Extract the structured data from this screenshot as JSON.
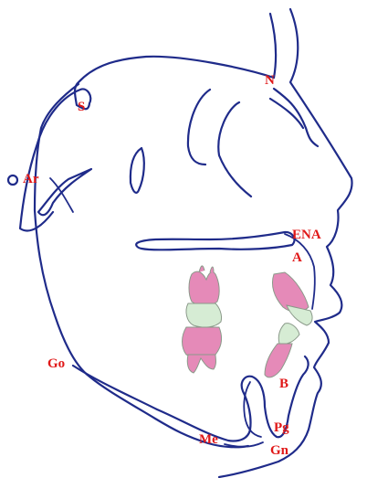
{
  "figure": {
    "landmarks": {
      "N": "N",
      "S": "S",
      "Ar": "Ar",
      "ENA": "ENA",
      "A": "A",
      "Go": "Go",
      "B": "B",
      "Me": "Me",
      "Pg": "Pg",
      "Gn": "Gn"
    },
    "colors": {
      "outline": "#1f2b8a",
      "label": "#e01818",
      "crown": "#e58ab8",
      "root": "#c8e6c4"
    }
  }
}
